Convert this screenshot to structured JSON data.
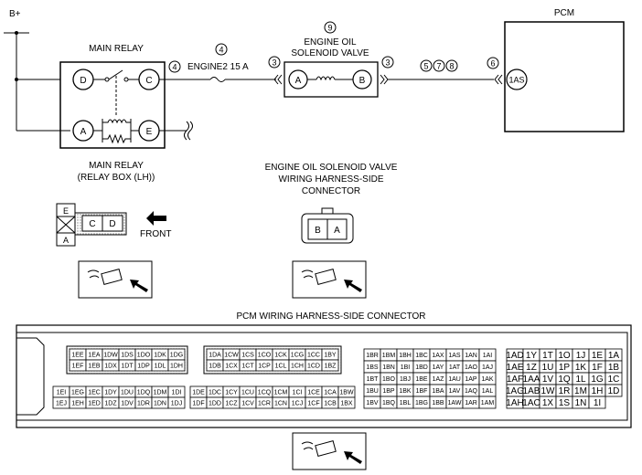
{
  "supply": {
    "label": "B+"
  },
  "main_relay": {
    "title": "MAIN RELAY",
    "terminals": {
      "d": "D",
      "c": "C",
      "a": "A",
      "e": "E"
    },
    "caption": [
      "MAIN RELAY",
      "(RELAY BOX (LH))"
    ],
    "connector_terms": {
      "e": "E",
      "c": "C",
      "d": "D",
      "a": "A"
    },
    "front_label": "FRONT"
  },
  "fuse": {
    "label": "ENGINE2 15 A"
  },
  "valve": {
    "title": [
      "ENGINE OIL",
      "SOLENOID VALVE"
    ],
    "terminals": {
      "a": "A",
      "b": "B"
    },
    "caption": [
      "ENGINE OIL SOLENOID VALVE",
      "WIRING HARNESS-SIDE",
      "CONNECTOR"
    ],
    "connector_terms": [
      "B",
      "A"
    ]
  },
  "pcm": {
    "title": "PCM",
    "terminal": "1AS"
  },
  "markers": {
    "m4_relay": "4",
    "m4_fuse": "4",
    "m3_left": "3",
    "m3_right": "3",
    "m9": "9",
    "m578": "5",
    "m578b": "7",
    "m578c": "8",
    "m6": "6"
  },
  "pcm_connector": {
    "title": "PCM WIRING HARNESS-SIDE CONNECTOR",
    "block1_rows": [
      [
        "1EE",
        "1EA",
        "1DW",
        "1DS",
        "1DO",
        "1DK",
        "1DG"
      ],
      [
        "1EF",
        "1EB",
        "1DX",
        "1DT",
        "1DP",
        "1DL",
        "1DH"
      ]
    ],
    "block1_lower_rows": [
      [
        "1EI",
        "1EG",
        "1EC",
        "1DY",
        "1DU",
        "1DQ",
        "1DM",
        "1DI"
      ],
      [
        "1EJ",
        "1EH",
        "1ED",
        "1DZ",
        "1DV",
        "1DR",
        "1DN",
        "1DJ"
      ]
    ],
    "block2_rows": [
      [
        "1DA",
        "1CW",
        "1CS",
        "1CO",
        "1CK",
        "1CG",
        "1CC",
        "1BY"
      ],
      [
        "1DB",
        "1CX",
        "1CT",
        "1CP",
        "1CL",
        "1CH",
        "1CD",
        "1BZ"
      ]
    ],
    "block2_lower_rows": [
      [
        "1DE",
        "1DC",
        "1CY",
        "1CU",
        "1CQ",
        "1CM",
        "1CI",
        "1CE",
        "1CA",
        "1BW"
      ],
      [
        "1DF",
        "1DD",
        "1CZ",
        "1CV",
        "1CR",
        "1CN",
        "1CJ",
        "1CF",
        "1CB",
        "1BX"
      ]
    ],
    "block3_rows": [
      [
        "1BR",
        "1BM",
        "1BH",
        "1BC",
        "1AX",
        "1AS",
        "1AN",
        "1AI"
      ],
      [
        "1BS",
        "1BN",
        "1BI",
        "1BD",
        "1AY",
        "1AT",
        "1AO",
        "1AJ"
      ],
      [
        "1BT",
        "1BO",
        "1BJ",
        "1BE",
        "1AZ",
        "1AU",
        "1AP",
        "1AK"
      ],
      [
        "1BU",
        "1BP",
        "1BK",
        "1BF",
        "1BA",
        "1AV",
        "1AQ",
        "1AL"
      ],
      [
        "1BV",
        "1BQ",
        "1BL",
        "1BG",
        "1BB",
        "1AW",
        "1AR",
        "1AM"
      ]
    ],
    "block4_rows": [
      [
        "1AD",
        "1Y",
        "1T",
        "1O",
        "1J",
        "1E",
        "1A"
      ],
      [
        "1AE",
        "1Z",
        "1U",
        "1P",
        "1K",
        "1F",
        "1B"
      ],
      [
        "1AF",
        "1AA",
        "1V",
        "1Q",
        "1L",
        "1G",
        "1C"
      ],
      [
        "1AG",
        "1AB",
        "1W",
        "1R",
        "1M",
        "1H",
        "1D"
      ],
      [
        "1AH",
        "1AC",
        "1X",
        "1S",
        "1N",
        "1I",
        ""
      ]
    ]
  }
}
